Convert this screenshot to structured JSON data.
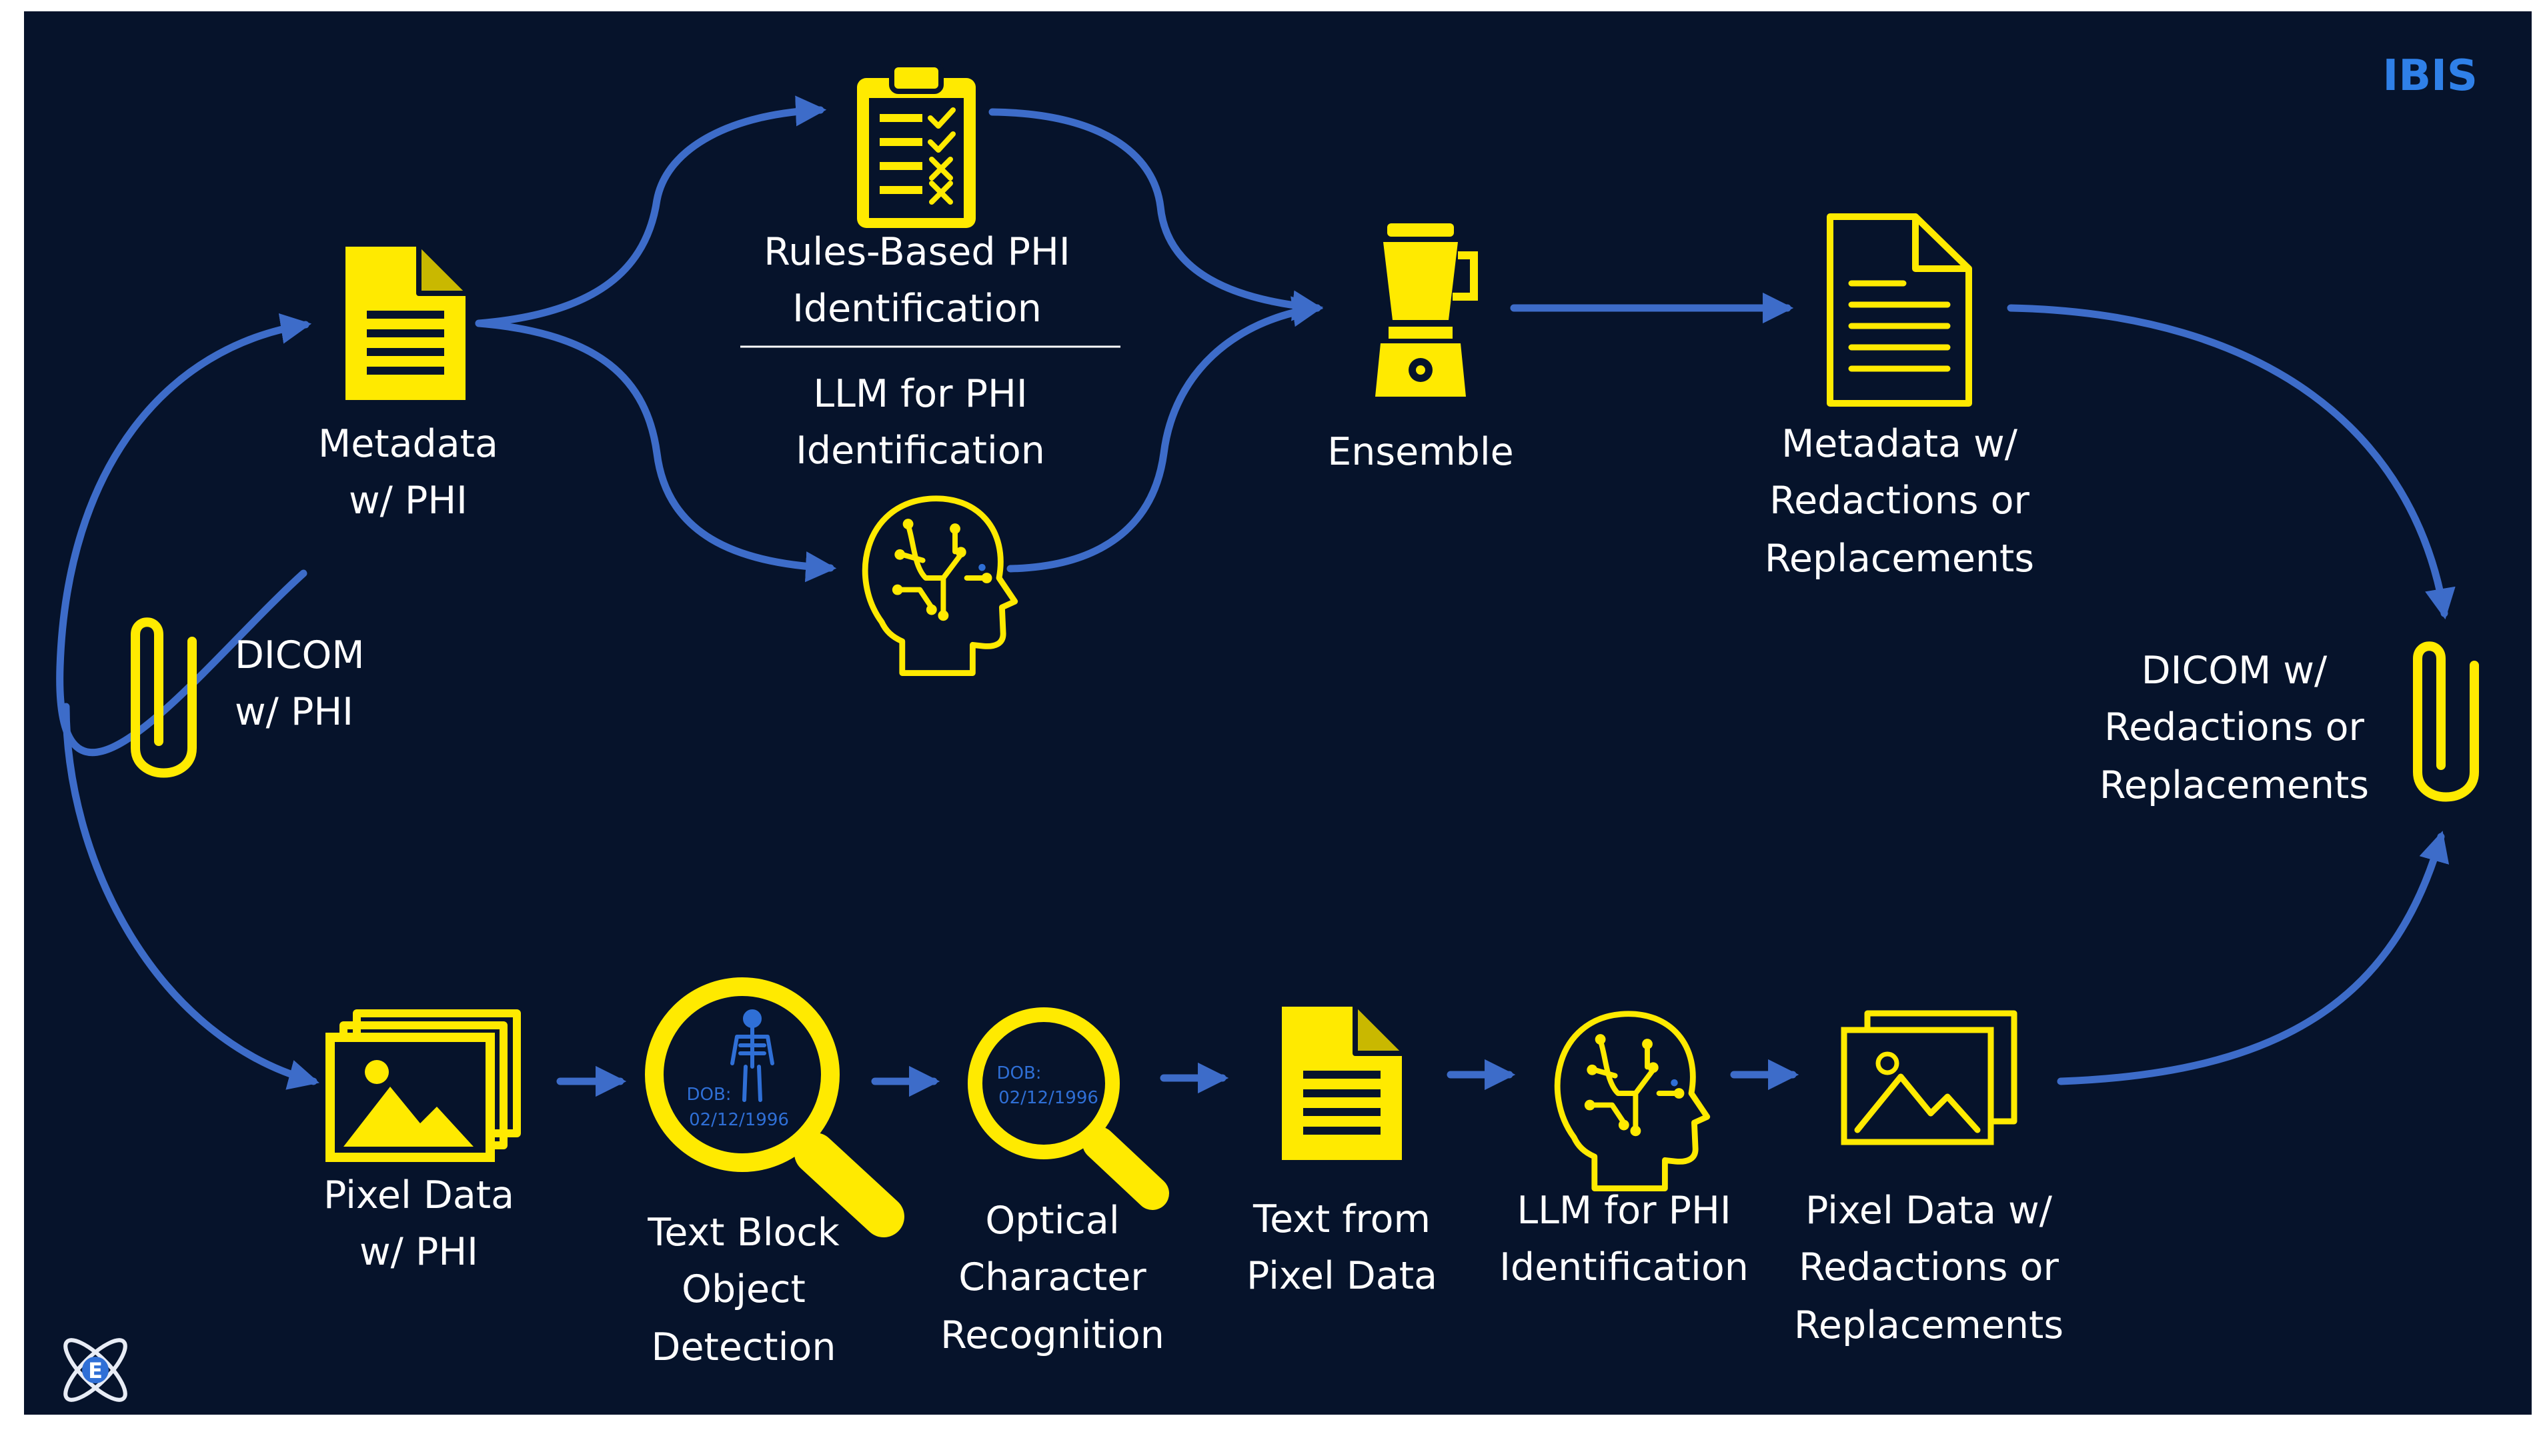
{
  "brand": "IBIS",
  "colors": {
    "background": "#06132b",
    "icon": "#ffea00",
    "arrow": "#3d6cc9",
    "text": "#ffffff",
    "brand": "#2f80e8"
  },
  "source": {
    "icon": "paperclip-icon",
    "line1": "DICOM",
    "line2": "w/ PHI"
  },
  "metadata_branch": {
    "metadata": {
      "icon": "document-icon",
      "line1": "Metadata",
      "line2": "w/ PHI"
    },
    "rules": {
      "icon": "checklist-icon",
      "line1": "Rules-Based PHI",
      "line2": "Identification"
    },
    "llm": {
      "icon": "brain-head-icon",
      "line1": "LLM for PHI",
      "line2": "Identification"
    },
    "ensemble": {
      "icon": "blender-icon",
      "label": "Ensemble"
    },
    "output": {
      "icon": "document-icon",
      "line1": "Metadata w/",
      "line2": "Redactions or",
      "line3": "Replacements"
    }
  },
  "pixel_branch": {
    "pixel": {
      "icon": "images-icon",
      "line1": "Pixel Data",
      "line2": "w/ PHI"
    },
    "detection": {
      "icon": "magnifier-skeleton-icon",
      "line1": "Text Block",
      "line2": "Object",
      "line3": "Detection",
      "dob_label": "DOB:",
      "dob_value": "02/12/1996"
    },
    "ocr": {
      "icon": "magnifier-icon",
      "line1": "Optical",
      "line2": "Character",
      "line3": "Recognition",
      "dob_label": "DOB:",
      "dob_value": "02/12/1996"
    },
    "text": {
      "icon": "document-icon",
      "line1": "Text from",
      "line2": "Pixel Data"
    },
    "llm": {
      "icon": "brain-head-icon",
      "line1": "LLM for PHI",
      "line2": "Identification"
    },
    "output": {
      "icon": "images-icon",
      "line1": "Pixel Data w/",
      "line2": "Redactions or",
      "line3": "Replacements"
    }
  },
  "result": {
    "icon": "paperclip-icon",
    "line1": "DICOM w/",
    "line2": "Redactions or",
    "line3": "Replacements"
  },
  "footer_logo": {
    "icon": "atom-logo-icon",
    "letter": "E"
  }
}
